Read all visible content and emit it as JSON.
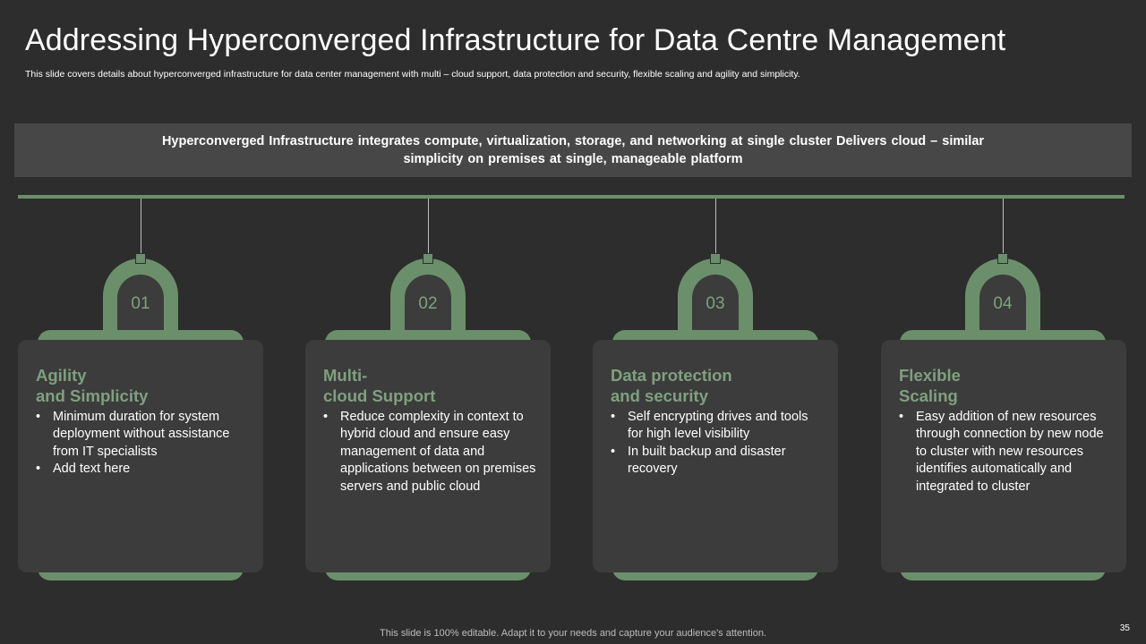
{
  "header": {
    "title": "Addressing Hyperconverged Infrastructure for Data Centre Management",
    "subtitle": "This slide covers details about hyperconverged infrastructure for data center management with multi – cloud support, data protection and security, flexible scaling and agility and simplicity."
  },
  "banner": {
    "text": "Hyperconverged Infrastructure integrates compute, virtualization, storage, and networking at single cluster Delivers cloud – similar simplicity on premises at single, manageable platform"
  },
  "colors": {
    "accent": "#6b8f6b",
    "card": "#3c3c3c",
    "background": "#2d2d2d"
  },
  "cards": [
    {
      "number": "01",
      "title_line1": "Agility",
      "title_line2": "and Simplicity",
      "bullets": [
        "Minimum duration for system deployment without assistance from IT specialists",
        "Add text here"
      ]
    },
    {
      "number": "02",
      "title_line1": "Multi-",
      "title_line2": "cloud Support",
      "bullets": [
        "Reduce complexity in context to hybrid cloud and ensure easy management of data and applications between on premises servers and public cloud"
      ]
    },
    {
      "number": "03",
      "title_line1": "Data protection",
      "title_line2": "and security",
      "bullets": [
        "Self encrypting drives and tools for high level visibility",
        "In built backup and disaster recovery"
      ]
    },
    {
      "number": "04",
      "title_line1": "Flexible",
      "title_line2": "Scaling",
      "bullets": [
        "Easy addition of new resources through connection by new node to cluster with new resources identifies automatically and integrated to cluster"
      ]
    }
  ],
  "footer": {
    "note": "This slide is 100% editable. Adapt it to your needs and capture your audience's attention.",
    "page_number": "35"
  }
}
